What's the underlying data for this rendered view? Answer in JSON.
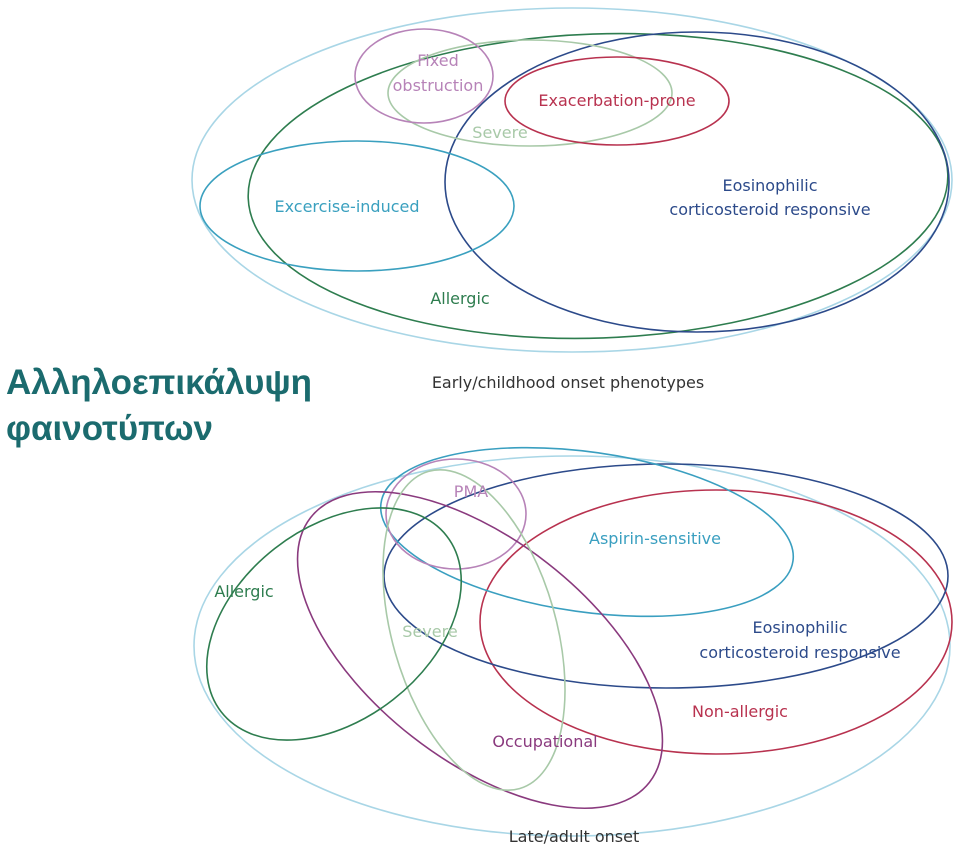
{
  "slide": {
    "title_line1": "Αλληλοεπικάλυψη",
    "title_line2": "φαινοτύπων",
    "title_color": "#1b6b6e"
  },
  "early_onset": {
    "caption": "Early/childhood onset phenotypes",
    "labels": {
      "fixed_obstruction_1": "Fixed",
      "fixed_obstruction_2": "obstruction",
      "exacerbation_prone": "Exacerbation-prone",
      "severe": "Severe",
      "exercise_induced": "Excercise-induced",
      "eosinophilic_1": "Eosinophilic",
      "eosinophilic_2": "corticosteroid responsive",
      "allergic": "Allergic"
    }
  },
  "late_onset": {
    "caption": "Late/adult onset",
    "labels": {
      "pma": "PMA",
      "aspirin_sensitive": "Aspirin-sensitive",
      "allergic": "Allergic",
      "severe": "Severe",
      "eosinophilic_1": "Eosinophilic",
      "eosinophilic_2": "corticosteroid responsive",
      "non_allergic": "Non-allergic",
      "occupational": "Occupational"
    }
  },
  "colors": {
    "outer": "#a9d6e6",
    "allergic": "#2e7d4f",
    "eosinophilic": "#2c4a8a",
    "exercise": "#3aa0bf",
    "fixed_pma": "#b783b8",
    "severe": "#a8c9a8",
    "exacerbation_nonallergic": "#b8324f",
    "occupational": "#8a3a7e",
    "aspirin": "#3a9fc0"
  }
}
